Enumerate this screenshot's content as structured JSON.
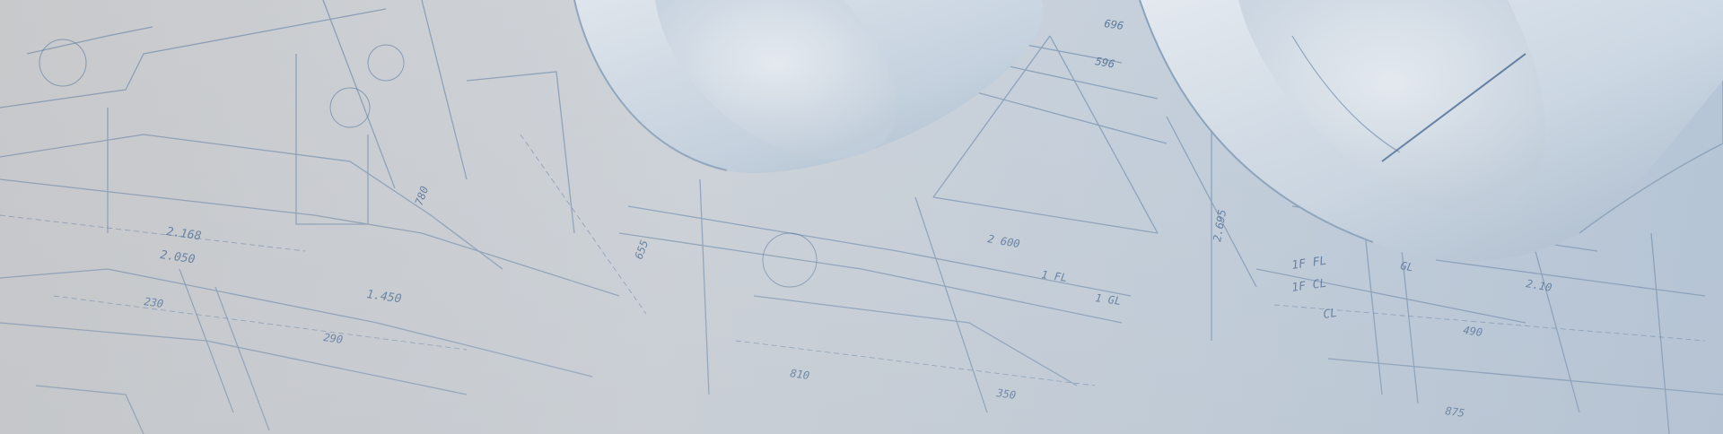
{
  "banner": {
    "image_subject": "architectural blueprint drawings with rolled plans",
    "colors": {
      "paper": "#d6dbe1",
      "ink": "#4a6b93",
      "roll_shade": "#b9c8d8",
      "tint": "#c9cdd2"
    },
    "annotations": [
      "2.168",
      "2.050",
      "1.450",
      "2 600",
      "596",
      "2.695",
      "696",
      "230",
      "290",
      "780",
      "655",
      "1F FL",
      "1F CL",
      "CL",
      "GL",
      "2.10",
      "810",
      "350",
      "1 FL",
      "1 GL",
      "875",
      "490"
    ]
  }
}
